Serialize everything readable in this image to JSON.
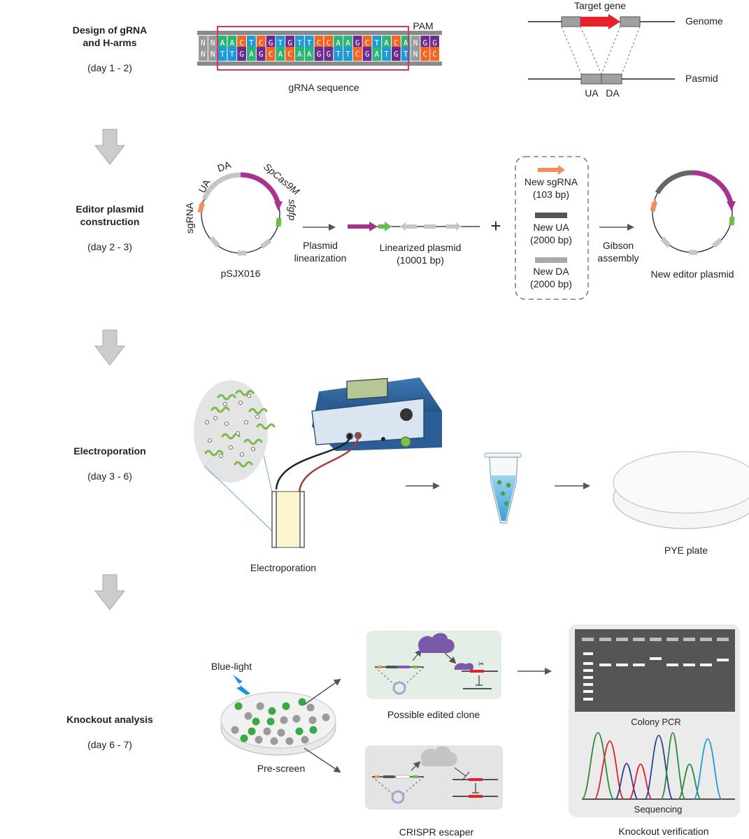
{
  "steps": [
    {
      "title_line1": "Design of gRNA",
      "title_line2": "and H-arms",
      "days": "(day 1 - 2)"
    },
    {
      "title_line1": "Editor plasmid",
      "title_line2": "construction",
      "days": "(day 2 - 3)"
    },
    {
      "title_line1": "Electroporation",
      "title_line2": "",
      "days": "(day 3 - 6)"
    },
    {
      "title_line1": "Knockout analysis",
      "title_line2": "",
      "days": "(day 6 - 7)"
    }
  ],
  "design": {
    "pam_label": "PAM",
    "grna_label": "gRNA sequence",
    "top_strand": "NNAACTCGTGTTCCAAGCTACANGG",
    "bottom_strand": "NNTTGAGCACAAGGTTCGATGTNCC",
    "target_gene_label": "Target gene",
    "genome_label": "Genome",
    "plasmid_label": "Pasmid",
    "ua_label": "UA",
    "da_label": "DA",
    "base_colors": {
      "A": "#2bb673",
      "C": "#f26522",
      "G": "#6a2c91",
      "T": "#1e9ad6",
      "N": "#9a9a9a"
    }
  },
  "construction": {
    "plasmid_name": "pSJX016",
    "sgrna_label": "sgRNA",
    "ua_label": "UA",
    "da_label": "DA",
    "cas_label": "SpCas9M",
    "sfgfp_label": "sfgfp",
    "linearization_line1": "Plasmid",
    "linearization_line2": "linearization",
    "linearized_line1": "Linearized plasmid",
    "linearized_line2": "(10001 bp)",
    "plus": "+",
    "new_sgrna_line1": "New sgRNA",
    "new_sgrna_line2": "(103 bp)",
    "new_ua_line1": "New UA",
    "new_ua_line2": "(2000 bp)",
    "new_da_line1": "New DA",
    "new_da_line2": "(2000 bp)",
    "gibson_line1": "Gibson",
    "gibson_line2": "assembly",
    "new_plasmid_label": "New editor plasmid"
  },
  "electroporation": {
    "device_label": "Electroporation",
    "plate_label": "PYE plate"
  },
  "knockout": {
    "blue_light_label": "Blue-light",
    "prescreen_label": "Pre-screen",
    "edited_label": "Possible edited clone",
    "escaper_label": "CRISPR escaper",
    "colony_pcr_label": "Colony PCR",
    "sequencing_label": "Sequencing",
    "verification_label": "Knockout verification"
  },
  "colors": {
    "arrow_gray": "#c8c8c8",
    "cas9": "#a6348f",
    "sfgfp": "#6cbd45",
    "sgrna": "#ef8f5f",
    "target": "#e8202a",
    "highlight_box": "#d6336c",
    "device_blue": "#2b5e96",
    "colony_green": "#3aa845",
    "gel_bg": "#555555"
  }
}
